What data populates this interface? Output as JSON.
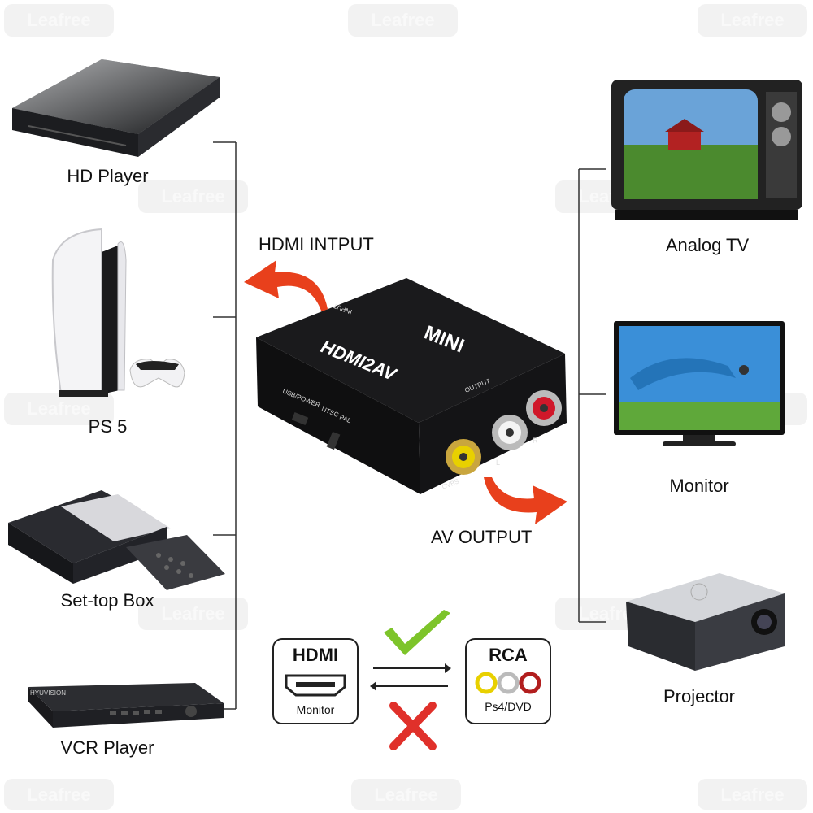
{
  "watermark": "Leafree",
  "sources": [
    {
      "label": "HD Player",
      "icon": "hd-player-icon"
    },
    {
      "label": "PS 5",
      "icon": "ps5-console-icon"
    },
    {
      "label": "Set-top Box",
      "icon": "set-top-box-icon"
    },
    {
      "label": "VCR Player",
      "icon": "vcr-player-icon"
    }
  ],
  "outputs": [
    {
      "label": "Analog TV",
      "icon": "analog-tv-icon"
    },
    {
      "label": "Monitor",
      "icon": "monitor-icon"
    },
    {
      "label": "Projector",
      "icon": "projector-icon"
    }
  ],
  "converter": {
    "input_label": "HDMI INTPUT",
    "output_label": "AV OUTPUT",
    "brand": "MINI",
    "model": "HDMI2AV",
    "port_input": "INPUT",
    "port_output": "OUTPUT",
    "port_usb": "USB/POWER",
    "switch_ntsc": "NTSC",
    "switch_pal": "PAL",
    "jack_cvbs": "CVBS",
    "jack_l": "L",
    "jack_r": "R"
  },
  "direction_legend": {
    "hdmi_title": "HDMI",
    "hdmi_sub": "Monitor",
    "rca_title": "RCA",
    "rca_sub": "Ps4/DVD",
    "colors": {
      "check": "#7dc42a",
      "cross": "#e0302a",
      "arrow": "#e8401c"
    }
  }
}
